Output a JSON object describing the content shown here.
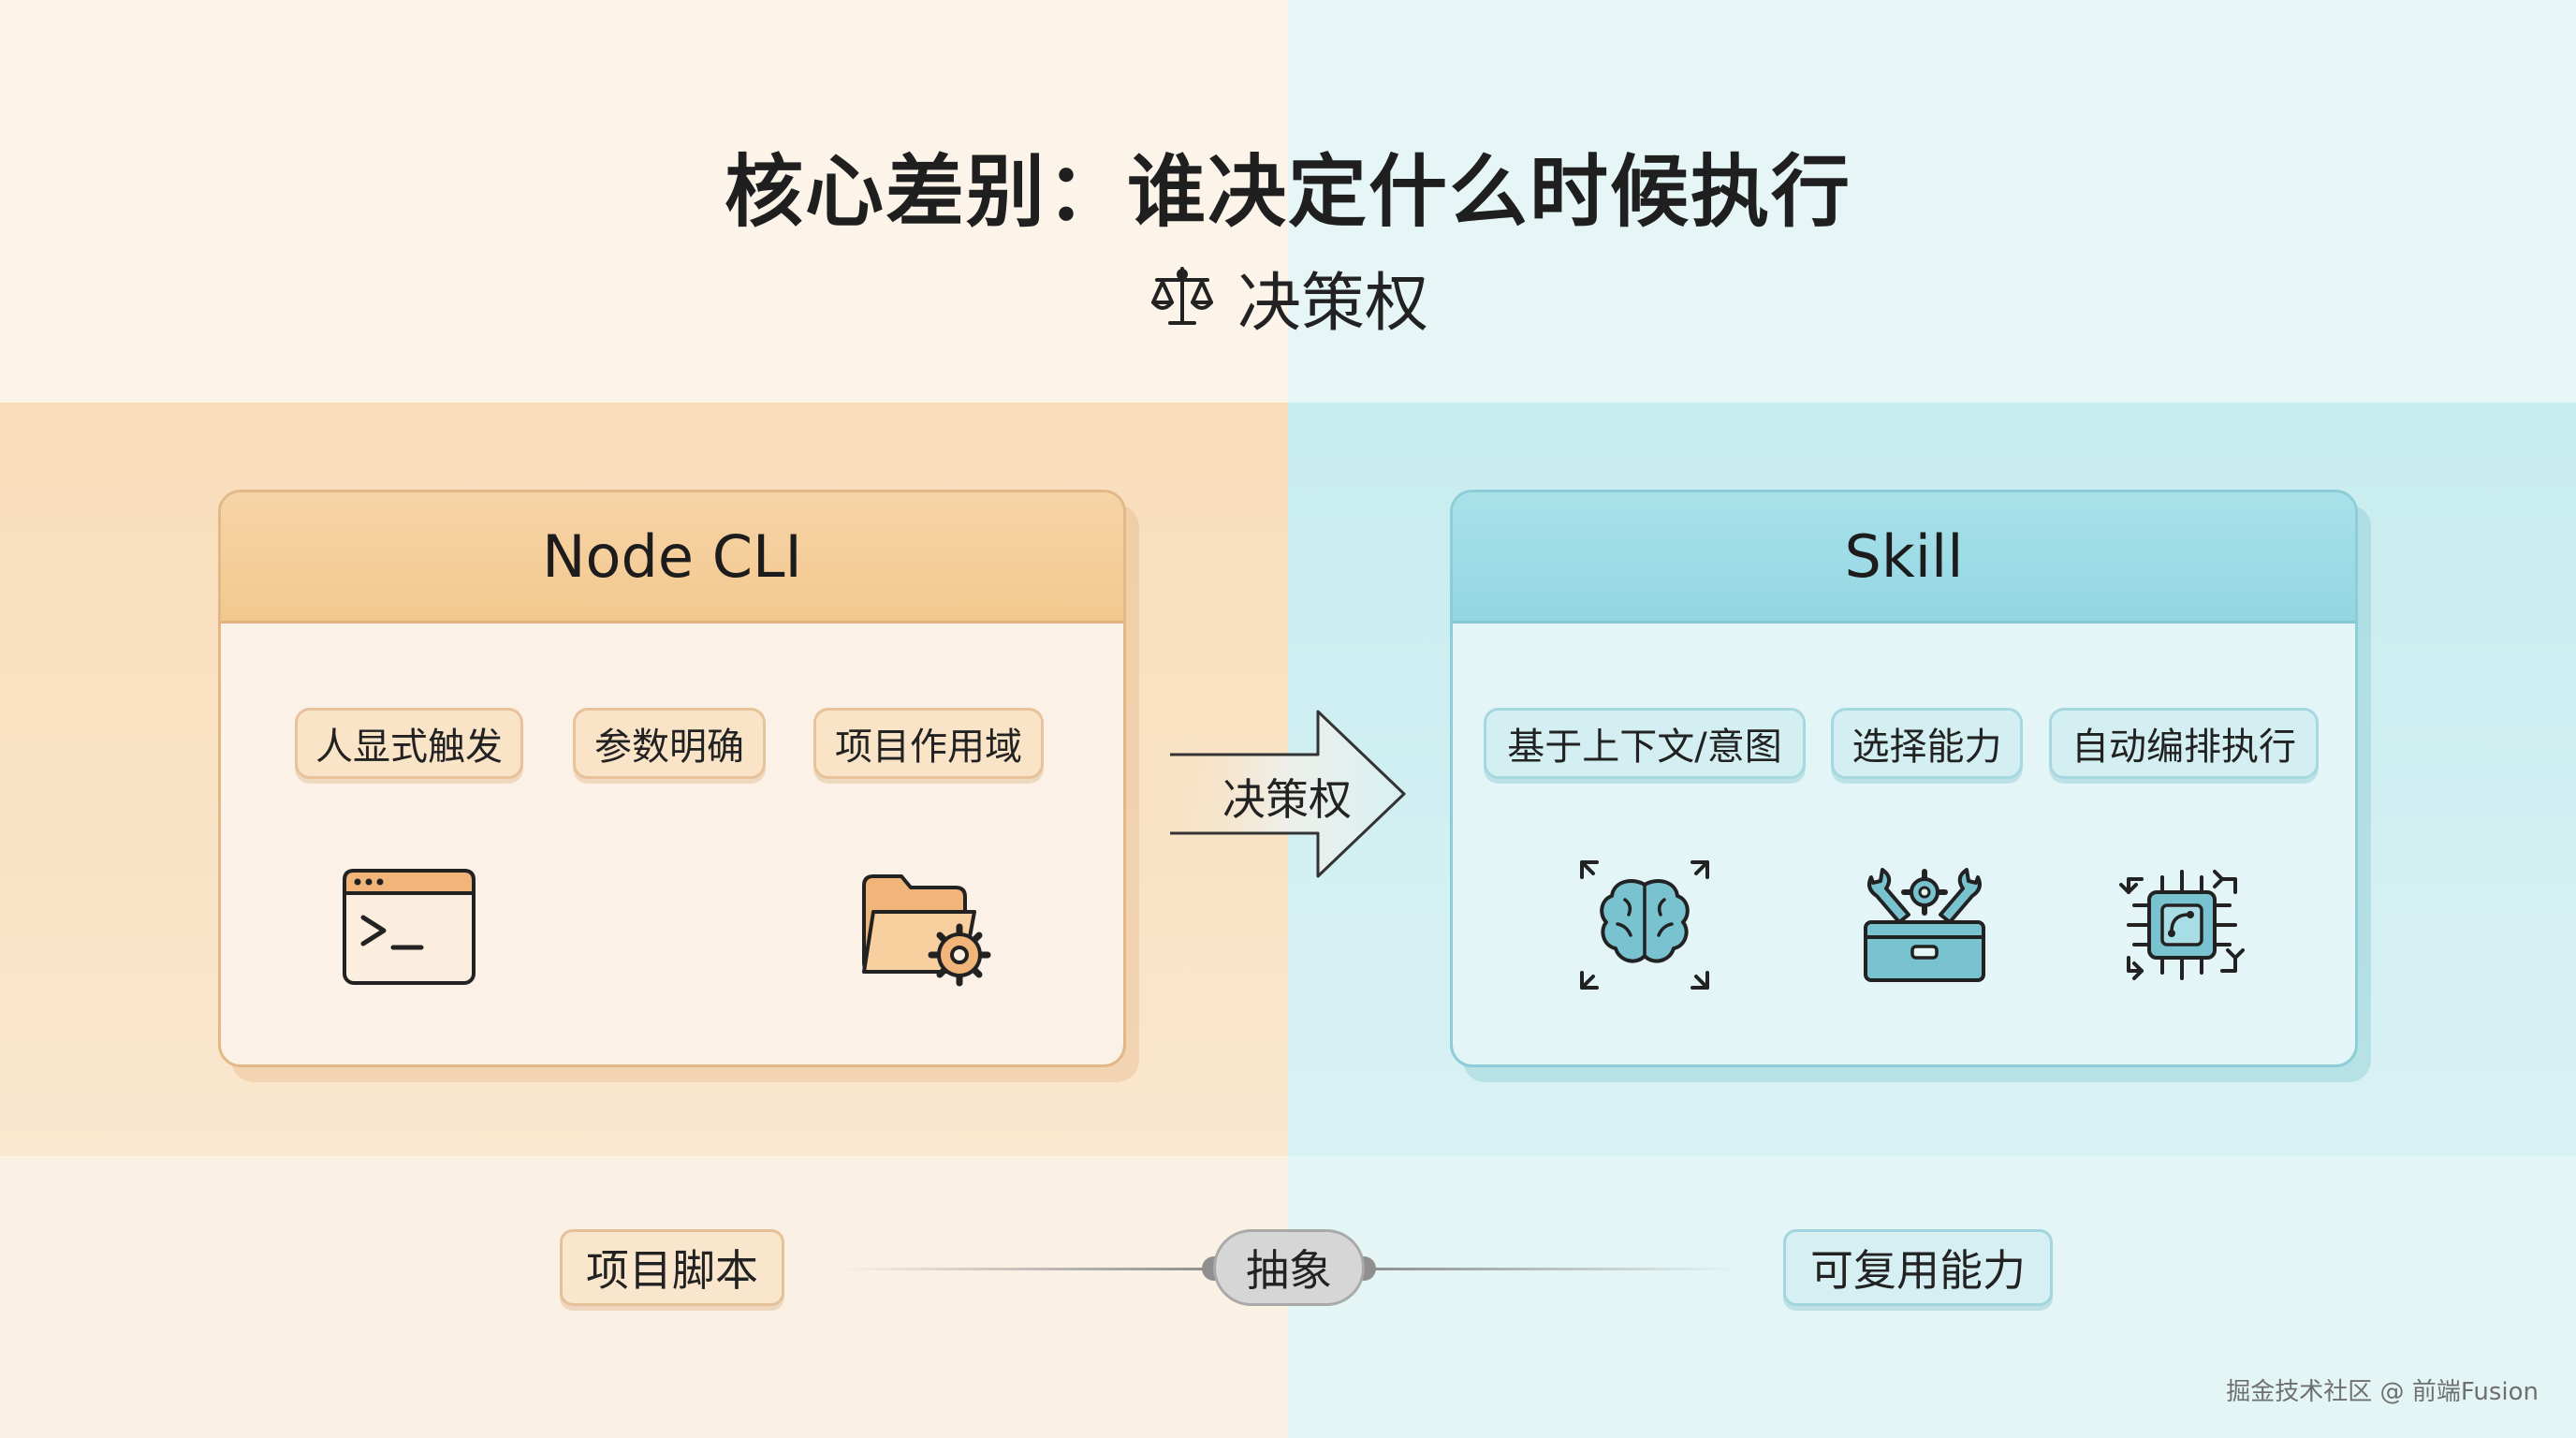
{
  "title": "核心差别：谁决定什么时候执行",
  "subtitle": {
    "text": "决策权",
    "icon": "balance-scale-icon"
  },
  "left_panel": {
    "title": "Node CLI",
    "chips": [
      "人显式触发",
      "参数明确",
      "项目作用域"
    ],
    "icons": [
      "terminal-window-icon",
      "folder-gear-icon"
    ]
  },
  "right_panel": {
    "title": "Skill",
    "chips": [
      "基于上下文/意图",
      "选择能力",
      "自动编排执行"
    ],
    "icons": [
      "brain-scan-icon",
      "toolbox-icon",
      "chip-cycle-icon"
    ]
  },
  "arrow": {
    "label": "决策权"
  },
  "bottom": {
    "left": "项目脚本",
    "center": "抽象",
    "right": "可复用能力"
  },
  "watermark": "掘金技术社区 @ 前端Fusion",
  "colors": {
    "warm_accent": "#f3c890",
    "cool_accent": "#94d6e2",
    "icon_blue": "#78c3cf",
    "icon_orange": "#f1b57a"
  }
}
